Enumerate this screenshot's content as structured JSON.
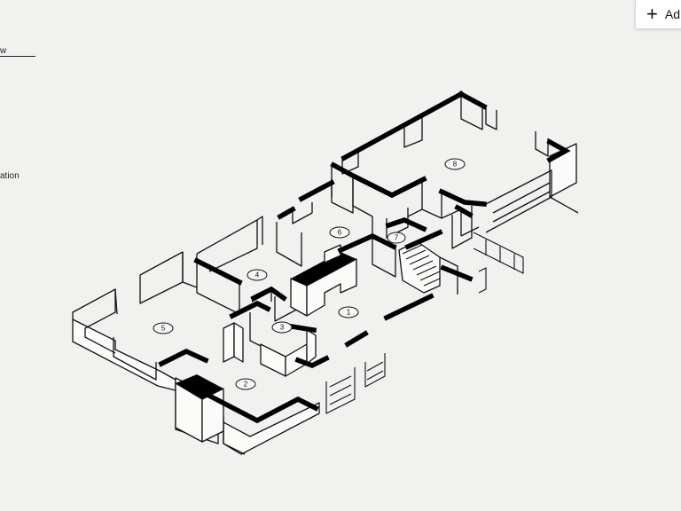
{
  "panel": {
    "view_label_fragment": "w",
    "elevation_label_fragment": "ation"
  },
  "toolbar": {
    "add_button_label": "Ad",
    "add_icon": "plus-icon"
  },
  "diagram": {
    "rooms": [
      {
        "id": "room-1",
        "label": "1"
      },
      {
        "id": "room-2",
        "label": "2"
      },
      {
        "id": "room-3",
        "label": "3"
      },
      {
        "id": "room-4",
        "label": "4"
      },
      {
        "id": "room-5",
        "label": "5"
      },
      {
        "id": "room-6",
        "label": "6"
      },
      {
        "id": "room-7",
        "label": "7"
      },
      {
        "id": "room-8",
        "label": "8"
      }
    ]
  }
}
